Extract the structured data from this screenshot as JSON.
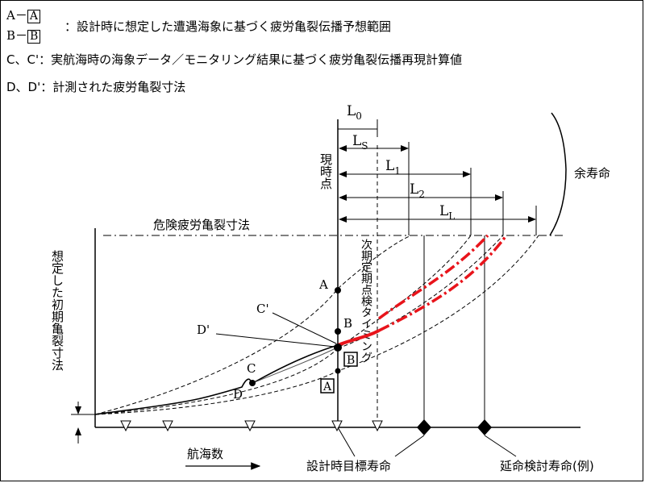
{
  "legend": {
    "ab": {
      "a_letter": "A",
      "a_boxed": "A",
      "b_letter": "B",
      "b_boxed": "B",
      "dash": "－",
      "text": "：設計時に想定した遭遇海象に基づく疲労亀裂伝播予想範囲"
    },
    "cc": "C、C'：実航海時の海象データ／モニタリング結果に基づく疲労亀裂伝播再現計算値",
    "dd": "D、D'：計測された疲労亀裂寸法"
  },
  "diagram": {
    "critical_size_label": "危険疲労亀裂寸法",
    "initial_size_label": "想定した初期亀裂寸法",
    "current_point_label": "現時点",
    "next_inspection_label": "次期定期点検タイミング",
    "remaining_life_label": "余寿命",
    "x_axis_label": "航海数",
    "design_life_label": "設計時目標寿命",
    "extended_life_label": "延命検討寿命(例)",
    "intervals": {
      "l0": "L0",
      "l0_main": "L",
      "l0_sub": "0",
      "ls_main": "L",
      "ls_sub": "S",
      "l1_main": "L",
      "l1_sub": "1",
      "l2_main": "L",
      "l2_sub": "2",
      "ll_main": "L",
      "ll_sub": "L"
    },
    "points": {
      "A": "A",
      "A_boxed": "A",
      "B": "B",
      "B_boxed": "B",
      "C": "C",
      "C_prime": "C'",
      "D": "D",
      "D_prime": "D'"
    },
    "colors": {
      "prediction": "#e8141b",
      "line": "#000000"
    }
  }
}
